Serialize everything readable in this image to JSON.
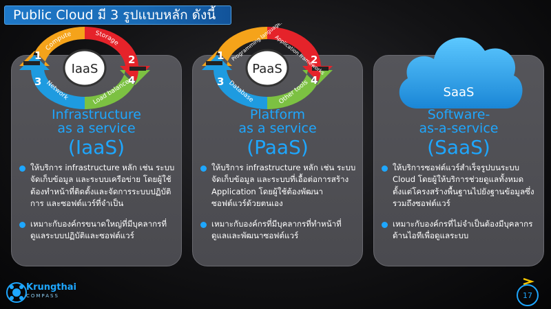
{
  "title": "Public Cloud มี 3 รูปแบบหลัก ดังนี้",
  "colors": {
    "accent": "#1ea7ff",
    "title_bg": "#1e78c8",
    "card_bg": "#4d4d52",
    "orange": "#f5a31a",
    "red": "#e5232a",
    "green": "#7cc142",
    "blue": "#1e9be0"
  },
  "iaas": {
    "badge": "IaaS",
    "segments": {
      "top_left": "Compute",
      "top_right": "Storage",
      "bottom_left": "Network",
      "bottom_right": "Load balancer"
    },
    "numbers": [
      "1",
      "2",
      "3",
      "4"
    ],
    "heading": {
      "line1": "Infrastructure",
      "line2": "as a service",
      "line3": "(IaaS)"
    },
    "bullets": [
      "ให้บริการ infrastructure หลัก เช่น ระบบจัดเก็บข้อมูล และระบบเครือข่าย โดยผู้ใช้ต้องทำหน้าที่ติดตั้งและจัดการระบบปฏิบัติการ และซอฟต์แวร์ที่จำเป็น",
      "เหมาะกับองค์กรขนาดใหญ่ที่มีบุคลากรที่ดูแลระบบปฏิบัติและซอฟต์แวร์"
    ]
  },
  "paas": {
    "badge": "PaaS",
    "segments": {
      "top_left": "Programming languages",
      "top_right": "Application frameworks",
      "bottom_left": "Database",
      "bottom_right": "Other tools"
    },
    "numbers": [
      "1",
      "2",
      "3",
      "4"
    ],
    "heading": {
      "line1": "Platform",
      "line2": "as a service",
      "line3": "(PaaS)"
    },
    "bullets": [
      "ให้บริการ infrastructure หลัก เช่น ระบบจัดเก็บข้อมูล และระบบที่เอื้อต่อการสร้าง Application โดยผู้ใช้ต้องพัฒนาซอฟต์แวร์ด้วยตนเอง",
      "เหมาะกับองค์กรที่มีบุคลากรที่ทำหน้าที่ดูแลและพัฒนาซอฟต์แวร์"
    ]
  },
  "saas": {
    "badge": "SaaS",
    "heading": {
      "line1": "Software-",
      "line2": "as-a-service",
      "line3": "(SaaS)"
    },
    "bullets": [
      "ให้บริการซอฟต์แวร์สำเร็จรูปบนระบบ Cloud โดยผู้ให้บริการช่วยดูแลทั้งหมดตั้งแต่โครงสร้างพื้นฐานไปยังฐานข้อมูลซึ่งรวมถึงซอฟต์แวร์",
      "เหมาะกับองค์กรที่ไม่จำเป็นต้องมีบุคลากรด้านไอทีเพื่อดูแลระบบ"
    ]
  },
  "footer": {
    "brand": "Krungthai",
    "brand_sub": "COMPASS",
    "page_number": "17"
  }
}
